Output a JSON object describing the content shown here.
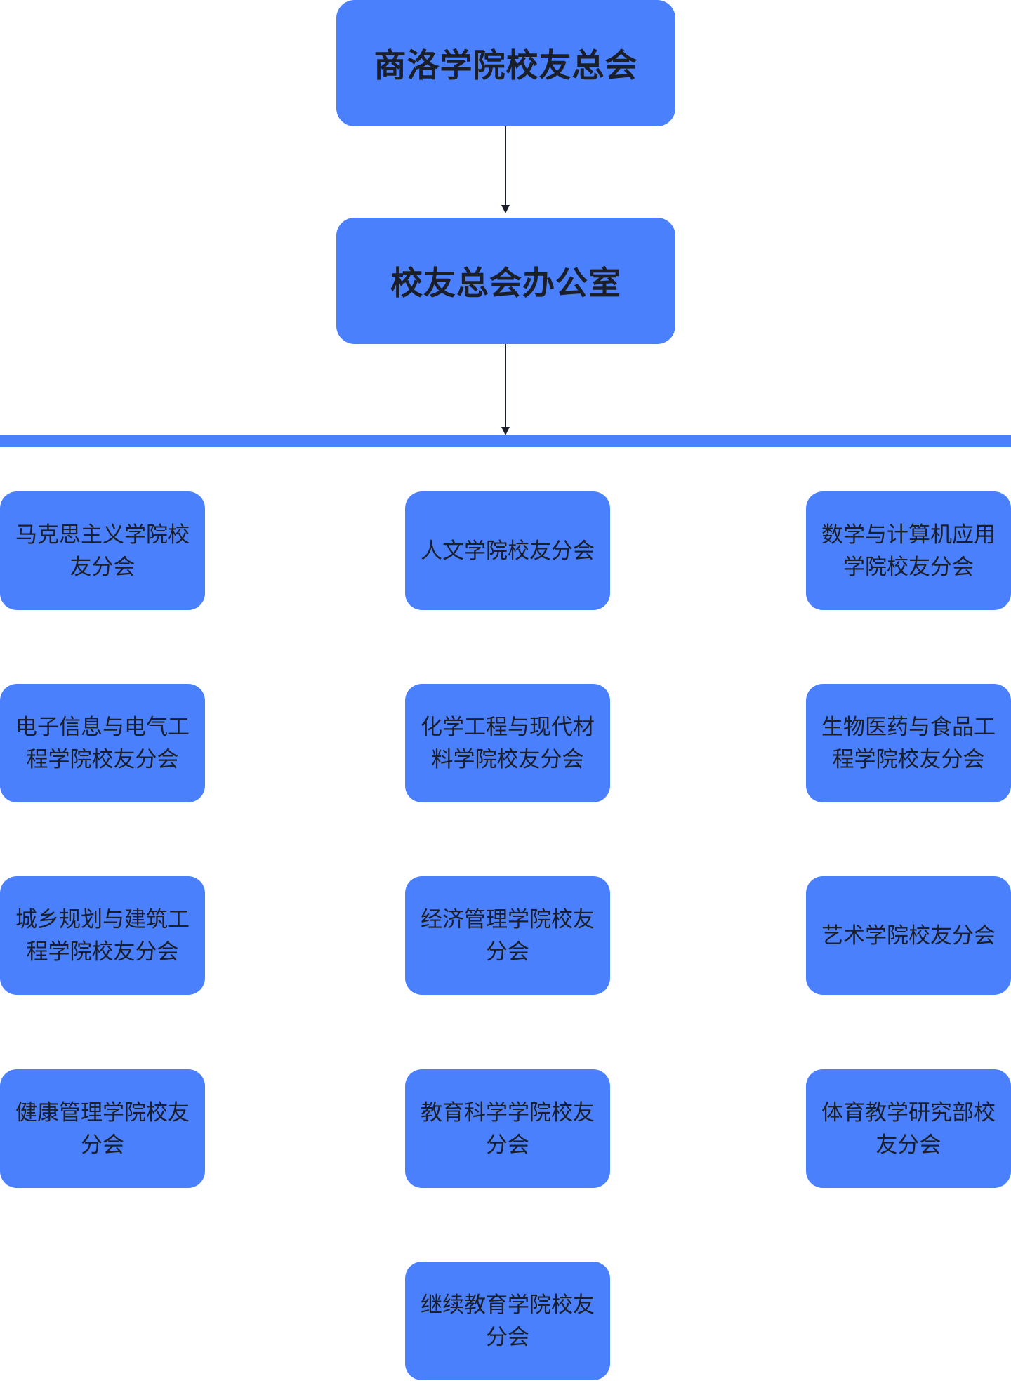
{
  "root": {
    "label": "商洛学院校友总会"
  },
  "office": {
    "label": "校友总会办公室"
  },
  "branches": [
    {
      "label": "马克思主义学院校友分会"
    },
    {
      "label": "人文学院校友分会"
    },
    {
      "label": "数学与计算机应用学院校友分会"
    },
    {
      "label": "电子信息与电气工程学院校友分会"
    },
    {
      "label": "化学工程与现代材料学院校友分会"
    },
    {
      "label": "生物医药与食品工程学院校友分会"
    },
    {
      "label": "城乡规划与建筑工程学院校友分会"
    },
    {
      "label": "经济管理学院校友分会"
    },
    {
      "label": "艺术学院校友分会"
    },
    {
      "label": "健康管理学院校友分会"
    },
    {
      "label": "教育科学学院校友分会"
    },
    {
      "label": "体育教学研究部校友分会"
    },
    {
      "label": "继续教育学院校友分会"
    }
  ],
  "colors": {
    "node_fill": "#4a80fc",
    "connector": "#1b1f2a",
    "bus_bar": "#4a80fc"
  }
}
